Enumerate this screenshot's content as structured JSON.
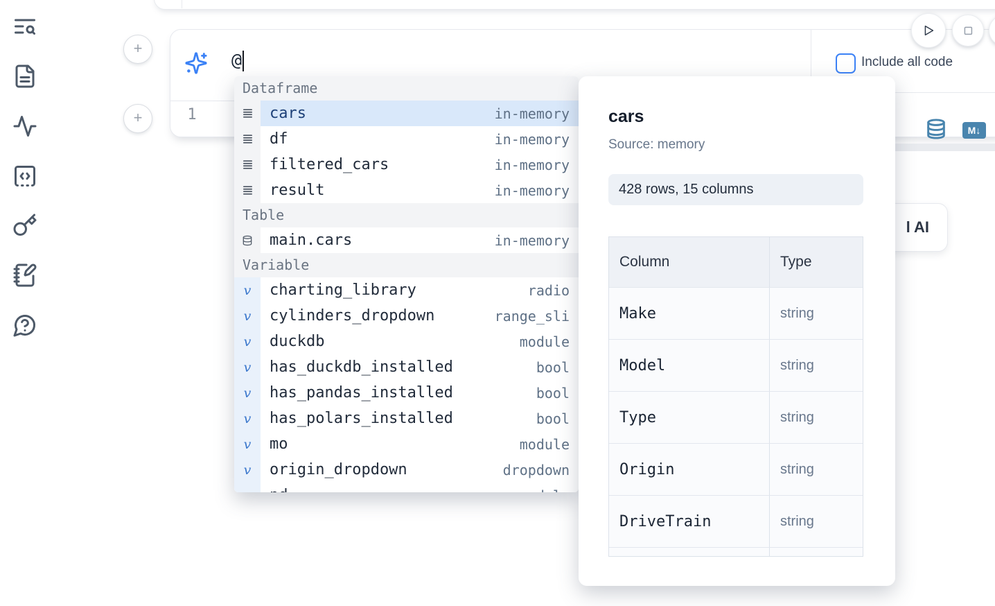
{
  "sidebar": {
    "icons": [
      "text-search",
      "file-document",
      "activity",
      "code-cell",
      "key",
      "scratchpad",
      "help-chat"
    ]
  },
  "add_cell": {
    "label": "+"
  },
  "prompt_cell": {
    "input_value": "@",
    "include_all_code": {
      "label": "Include all code",
      "checked": false
    },
    "line_number": "1"
  },
  "cell_toolbar": {
    "markdown_badge": "M↓"
  },
  "partial_ai_button": {
    "visible_label": "l AI"
  },
  "autocomplete": {
    "sections": [
      {
        "label": "Dataframe",
        "items": [
          {
            "name": "cars",
            "type": "in-memory",
            "selected": true
          },
          {
            "name": "df",
            "type": "in-memory",
            "selected": false
          },
          {
            "name": "filtered_cars",
            "type": "in-memory",
            "selected": false
          },
          {
            "name": "result",
            "type": "in-memory",
            "selected": false
          }
        ]
      },
      {
        "label": "Table",
        "items": [
          {
            "name": "main.cars",
            "type": "in-memory",
            "selected": false
          }
        ]
      },
      {
        "label": "Variable",
        "items": [
          {
            "name": "charting_library",
            "type": "radio"
          },
          {
            "name": "cylinders_dropdown",
            "type": "range_sli"
          },
          {
            "name": "duckdb",
            "type": "module"
          },
          {
            "name": "has_duckdb_installed",
            "type": "bool"
          },
          {
            "name": "has_pandas_installed",
            "type": "bool"
          },
          {
            "name": "has_polars_installed",
            "type": "bool"
          },
          {
            "name": "mo",
            "type": "module"
          },
          {
            "name": "origin_dropdown",
            "type": "dropdown"
          },
          {
            "name": "pd",
            "type": "module"
          }
        ]
      }
    ]
  },
  "preview": {
    "title": "cars",
    "source": "Source: memory",
    "shape": "428 rows, 15 columns",
    "table": {
      "headers": [
        "Column",
        "Type"
      ],
      "rows": [
        [
          "Make",
          "string"
        ],
        [
          "Model",
          "string"
        ],
        [
          "Type",
          "string"
        ],
        [
          "Origin",
          "string"
        ],
        [
          "DriveTrain",
          "string"
        ]
      ]
    }
  },
  "colors": {
    "accent": "#3c82f6",
    "steel_blue": "#4985ae",
    "selected_row": "#d9e8fa"
  }
}
